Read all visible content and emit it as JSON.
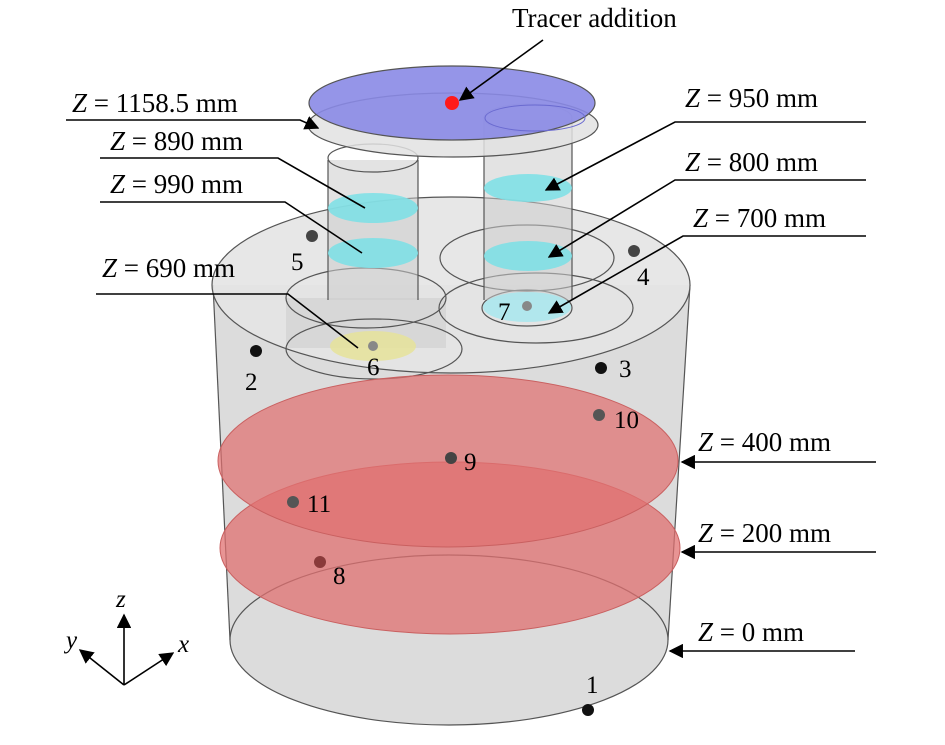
{
  "title": "Tracer addition",
  "z_var": "Z",
  "plane_labels": [
    {
      "z": "1158.5 mm"
    },
    {
      "z": "890 mm"
    },
    {
      "z": "990 mm"
    },
    {
      "z": "690 mm"
    },
    {
      "z": "950 mm"
    },
    {
      "z": "800 mm"
    },
    {
      "z": "700 mm"
    },
    {
      "z": "400 mm"
    },
    {
      "z": "200 mm"
    },
    {
      "z": "0 mm"
    }
  ],
  "points": [
    "1",
    "2",
    "3",
    "4",
    "5",
    "6",
    "7",
    "8",
    "9",
    "10",
    "11"
  ],
  "axes": {
    "x": "x",
    "y": "y",
    "z": "z"
  },
  "colors": {
    "top_plate": "#8a8ae6",
    "tracer": "#ff1a1a",
    "cyan_plane": "#7fe0e6",
    "yellow_plane": "#e6e39a",
    "red_plane": "#e07a7a",
    "vessel": "#d9d9d9"
  }
}
